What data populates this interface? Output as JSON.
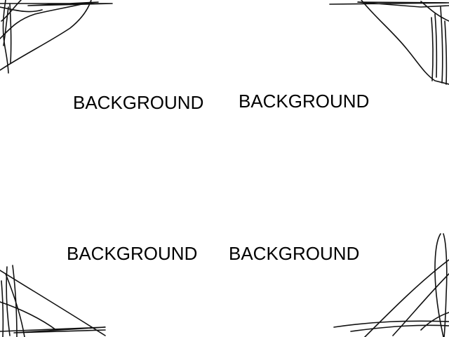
{
  "labels": [
    {
      "text": "BACKGROUND"
    },
    {
      "text": "BACKGROUND"
    },
    {
      "text": "BACKGROUND"
    },
    {
      "text": "BACKGROUND"
    }
  ],
  "colors": {
    "background": "#ffffff",
    "ink": "#111111"
  }
}
